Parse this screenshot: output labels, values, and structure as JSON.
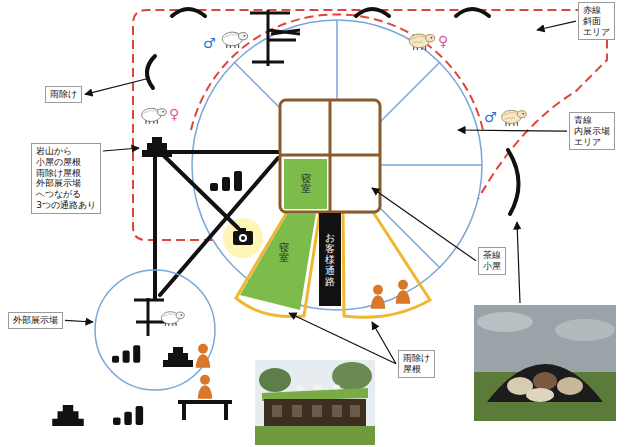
{
  "diagram": {
    "nodes": [
      {
        "text": [
          "赤線 斜面 エリア"
        ]
      },
      {
        "text": [
          "雨除け"
        ]
      },
      {
        "text": [
          "青線 内展示場 エリア"
        ]
      },
      {
        "text": [
          "岩山から 小屋の屋根 雨除け屋根 外部展示場 へつながる 3つの通路あり"
        ]
      },
      {
        "text": [
          "寝室"
        ]
      },
      {
        "text": [
          "寝室"
        ]
      },
      {
        "text": [
          "お客様通路"
        ]
      },
      {
        "text": [
          "茶線 小屋"
        ]
      },
      {
        "text": [
          "外部展示場"
        ]
      },
      {
        "text": [
          "雨除け 屋根"
        ]
      }
    ],
    "labels": [
      "♂",
      "♀",
      "♀",
      "♂"
    ]
  }
}
